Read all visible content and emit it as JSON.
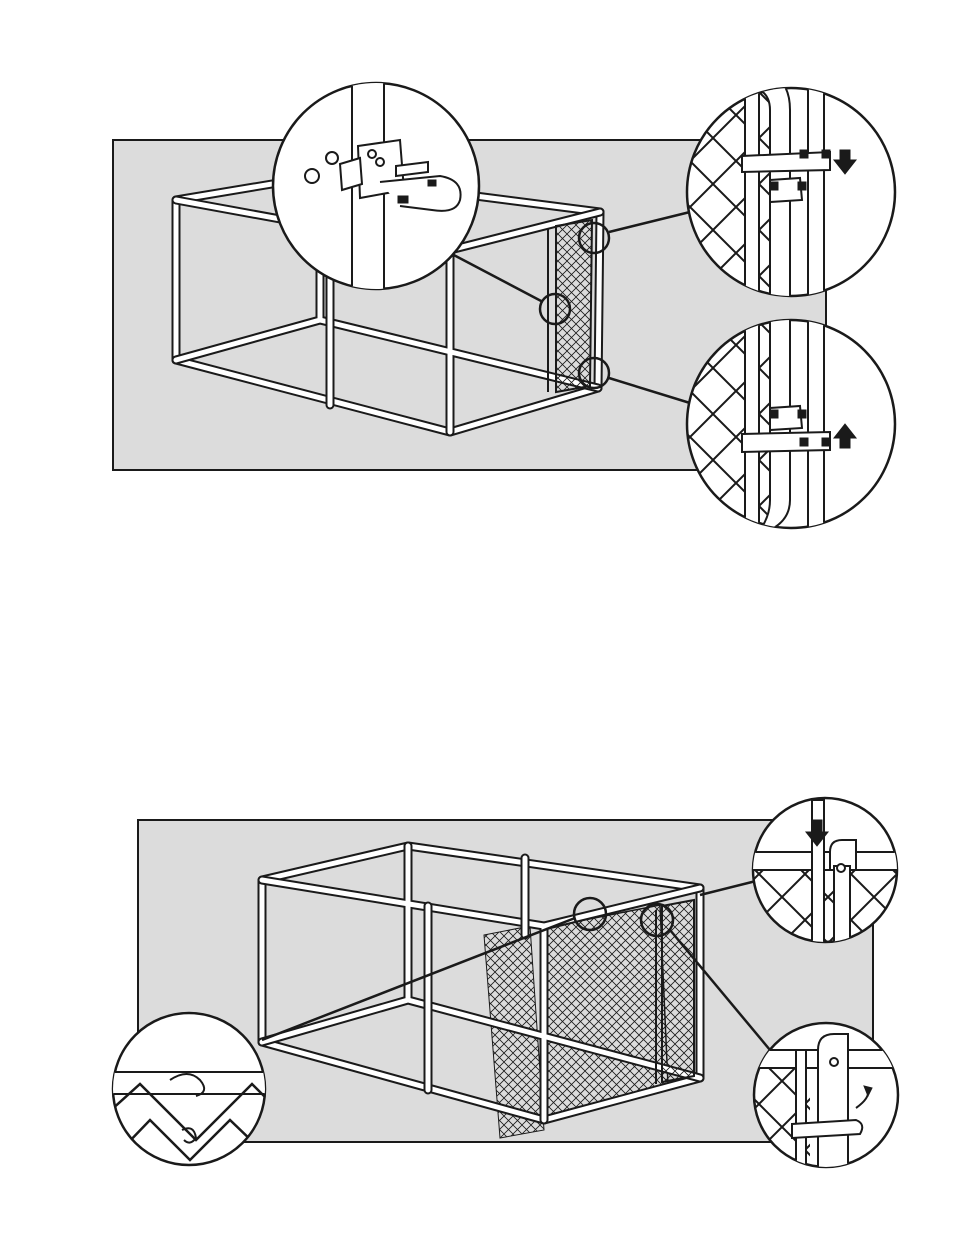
{
  "figure": {
    "panels": [
      {
        "id": "top",
        "callouts": [
          "latch-detail",
          "upper-hinge-detail",
          "lower-hinge-detail"
        ]
      },
      {
        "id": "bottom",
        "callouts": [
          "post-cap-detail",
          "gate-frame-detail",
          "mesh-tie-detail"
        ]
      }
    ],
    "arrows": {
      "upper-hinge": "down",
      "lower-hinge": "up",
      "post-cap": "down",
      "gate-latch": "curved"
    },
    "colors": {
      "panel_fill": "#dcdcdc",
      "line": "#1a1a1a",
      "callout_fill": "#ffffff"
    }
  }
}
